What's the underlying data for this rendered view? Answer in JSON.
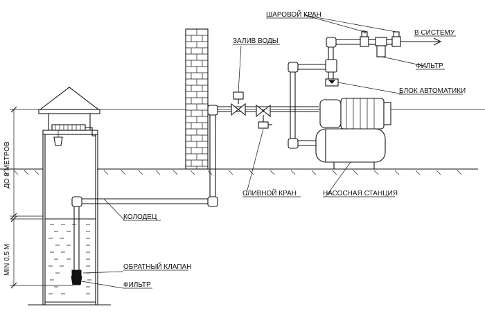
{
  "labels": {
    "ball_valve": "ШАРОВОЙ КРАН",
    "water_fill": "ЗАЛИВ ВОДЫ",
    "to_system": "В СИСТЕМУ",
    "filter_top": "ФИЛЬТР",
    "automation_block": "БЛОК АВТОМАТИКИ",
    "drain_valve": "СЛИВНОЙ КРАН",
    "pump_station": "НАСОСНАЯ СТАНЦИЯ",
    "well": "КОЛОДЕЦ",
    "check_valve": "ОБРАТНЫЙ КЛАПАН",
    "filter_bottom": "ФИЛЬТР",
    "depth_to": "ДО 8 МЕТРОВ",
    "min_depth": "MIN 0,5 М"
  },
  "colors": {
    "line": "#111111",
    "background": "#ffffff"
  }
}
